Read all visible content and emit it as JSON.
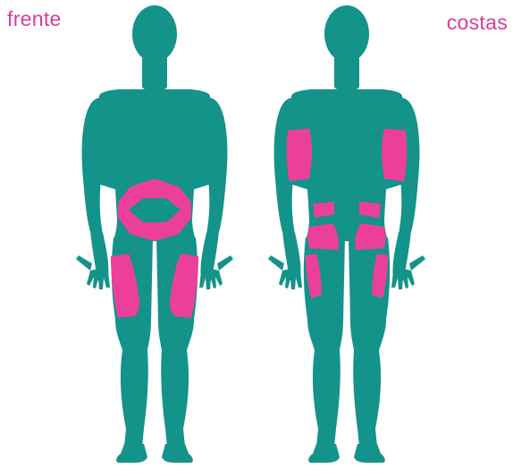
{
  "labels": {
    "front": "frente",
    "back": "costas"
  },
  "colors": {
    "body": "#13938a",
    "zone": "#ec3f9b",
    "label": "#dd3b98",
    "background": "#ffffff"
  },
  "figures": [
    {
      "view": "front",
      "zones": [
        "abdomen-ring",
        "left-thigh-front",
        "right-thigh-front"
      ]
    },
    {
      "view": "back",
      "zones": [
        "left-upper-arm",
        "right-upper-arm",
        "lower-back-left",
        "lower-back-right",
        "left-buttock",
        "right-buttock",
        "left-thigh-back",
        "right-thigh-back"
      ]
    }
  ]
}
